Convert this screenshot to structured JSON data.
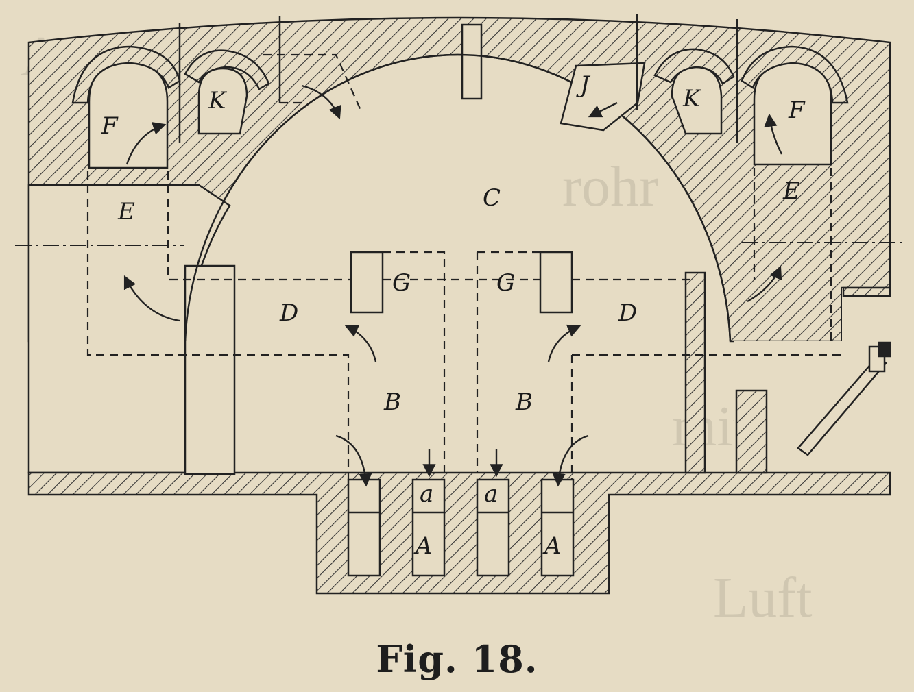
{
  "figure": {
    "caption": "Fig. 18.",
    "labels": {
      "chamber": "C",
      "flue_left": "F",
      "flue_right": "F",
      "channel_left": "K",
      "channel_right": "K",
      "passage_left": "E",
      "passage_right": "E",
      "outlet_right": "J",
      "port_left": "G",
      "port_right": "G",
      "space_left": "D",
      "space_right": "D",
      "burner_left": "B",
      "burner_right": "B",
      "gas_a1": "a",
      "gas_a2": "a",
      "air_A1": "A",
      "air_A2": "A"
    }
  },
  "colors": {
    "paper": "#e6dcc4",
    "ink": "#1e1e1e"
  }
}
